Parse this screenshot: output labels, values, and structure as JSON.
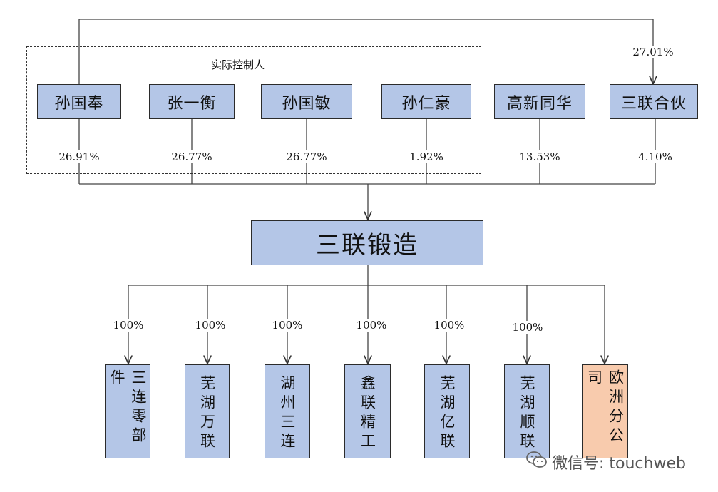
{
  "group_label": "实际控制人",
  "shareholders": [
    {
      "name": "孙国奉",
      "pct": "26.91%"
    },
    {
      "name": "张一衡",
      "pct": "26.77%"
    },
    {
      "name": "孙国敏",
      "pct": "26.77%"
    },
    {
      "name": "孙仁豪",
      "pct": "1.92%"
    },
    {
      "name": "高新同华",
      "pct": "13.53%"
    },
    {
      "name": "三联合伙",
      "pct": "4.10%"
    }
  ],
  "top_link_pct": "27.01%",
  "company": "三联锻造",
  "subsidiaries": [
    {
      "name": "三连零部件",
      "pct": "100%"
    },
    {
      "name": "芜湖万联",
      "pct": "100%"
    },
    {
      "name": "湖州三连",
      "pct": "100%"
    },
    {
      "name": "鑫联精工",
      "pct": "100%"
    },
    {
      "name": "芜湖亿联",
      "pct": "100%"
    },
    {
      "name": "芜湖顺联",
      "pct": "100%"
    },
    {
      "name": "欧洲分公司",
      "pct": ""
    }
  ],
  "colors": {
    "box_fill": "#b4c6e7",
    "branch_fill": "#f8cbad"
  },
  "watermark": {
    "icon": "wechat-icon",
    "text": "微信号: touchweb"
  }
}
